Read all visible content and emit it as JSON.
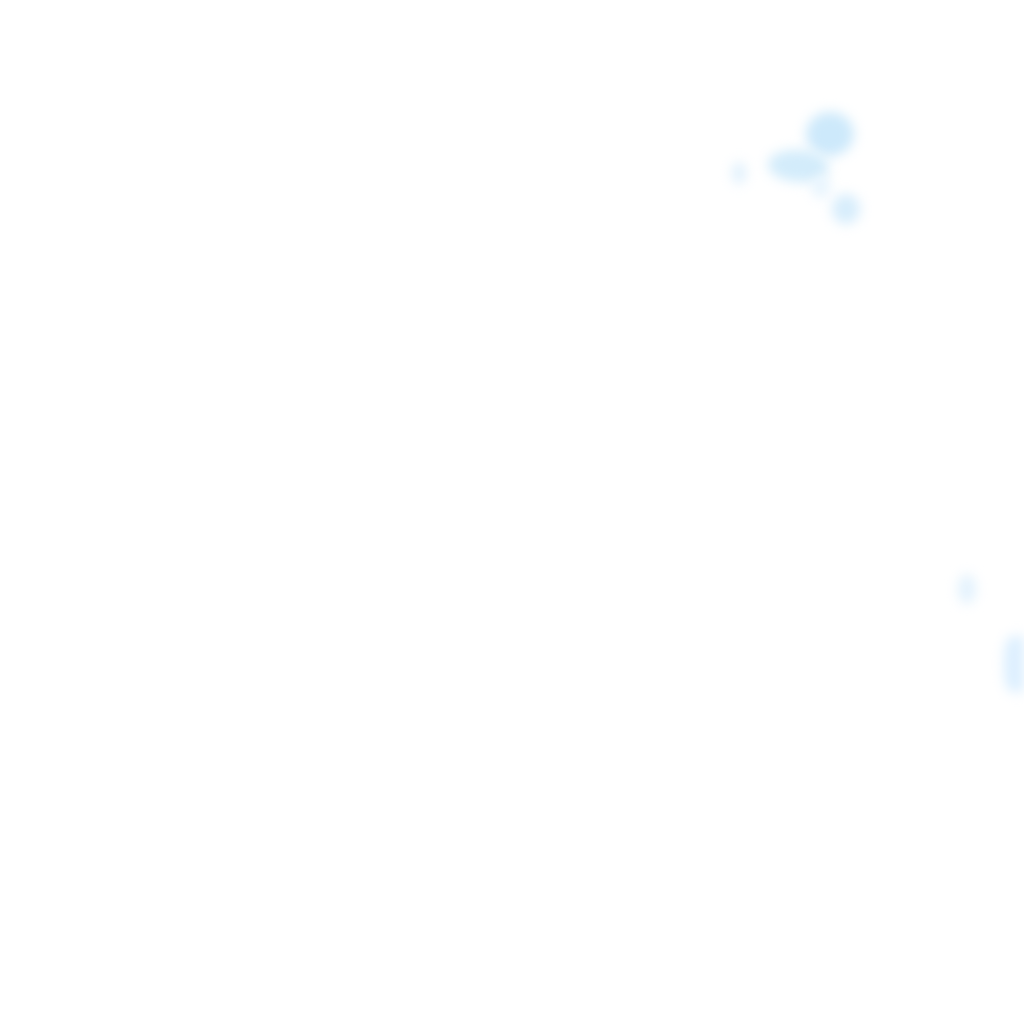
{
  "background_color": "#ffffff",
  "splotches": [
    {
      "name": "blue-splotch-large",
      "color": "#cde9fb"
    },
    {
      "name": "blue-splotch-mid",
      "color": "#d3ecfb"
    },
    {
      "name": "blue-splotch-small",
      "color": "#d7edfc"
    },
    {
      "name": "blue-splotch-dot",
      "color": "#dff0fc"
    },
    {
      "name": "blue-splotch-right",
      "color": "#e3f2fd"
    },
    {
      "name": "blue-splotch-edge",
      "color": "#dcefff"
    },
    {
      "name": "blue-splotch-joint",
      "color": "#e6f4fe"
    }
  ]
}
